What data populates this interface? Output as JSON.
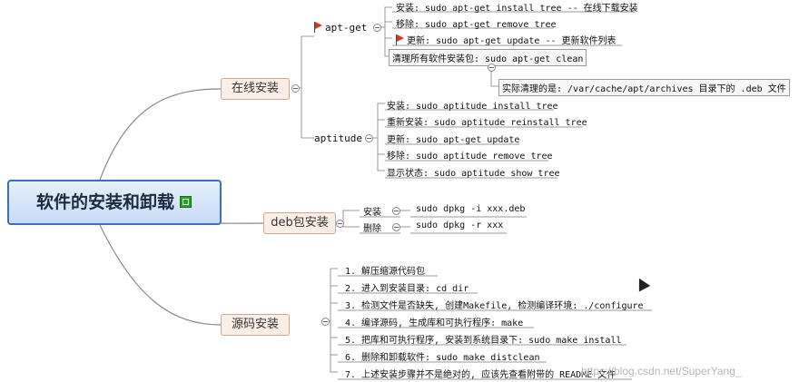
{
  "root": {
    "label": "软件的安装和卸载",
    "icon": "note-icon"
  },
  "online": {
    "label": "在线安装",
    "aptget": {
      "label": "apt-get",
      "items": [
        "安装: sudo apt-get install tree -- 在线下载安装",
        "移除: sudo apt-get remove tree",
        "更新: sudo apt-get update -- 更新软件列表",
        "清理所有软件安装包: sudo apt-get clean"
      ],
      "clean_note": "实际清理的是: /var/cache/apt/archives 目录下的 .deb 文件"
    },
    "aptitude": {
      "label": "aptitude",
      "items": [
        "安装: sudo aptitude install tree",
        "重新安装: sudo aptitude reinstall tree",
        "更新: sudo apt-get update",
        "移除: sudo aptitude remove tree",
        "显示状态: sudo aptitude show tree"
      ]
    }
  },
  "deb": {
    "label": "deb包安装",
    "rows": [
      {
        "label": "安装",
        "cmd": "sudo dpkg -i xxx.deb"
      },
      {
        "label": "删除",
        "cmd": "sudo dpkg -r xxx"
      }
    ]
  },
  "source": {
    "label": "源码安装",
    "steps": [
      "1. 解压缩源代码包",
      "2. 进入到安装目录: cd dir",
      "3. 检测文件是否缺失, 创建Makefile, 检测编译环境: ./configure",
      "4. 编译源码, 生成库和可执行程序: make",
      "5. 把库和可执行程序, 安装到系统目录下: sudo make install",
      "6. 删除和卸载软件: sudo make distclean",
      "7. 上述安装步骤并不是绝对的, 应该先查看附带的 README 文件"
    ]
  },
  "watermark": "https://blog.csdn.net/SuperYang_"
}
